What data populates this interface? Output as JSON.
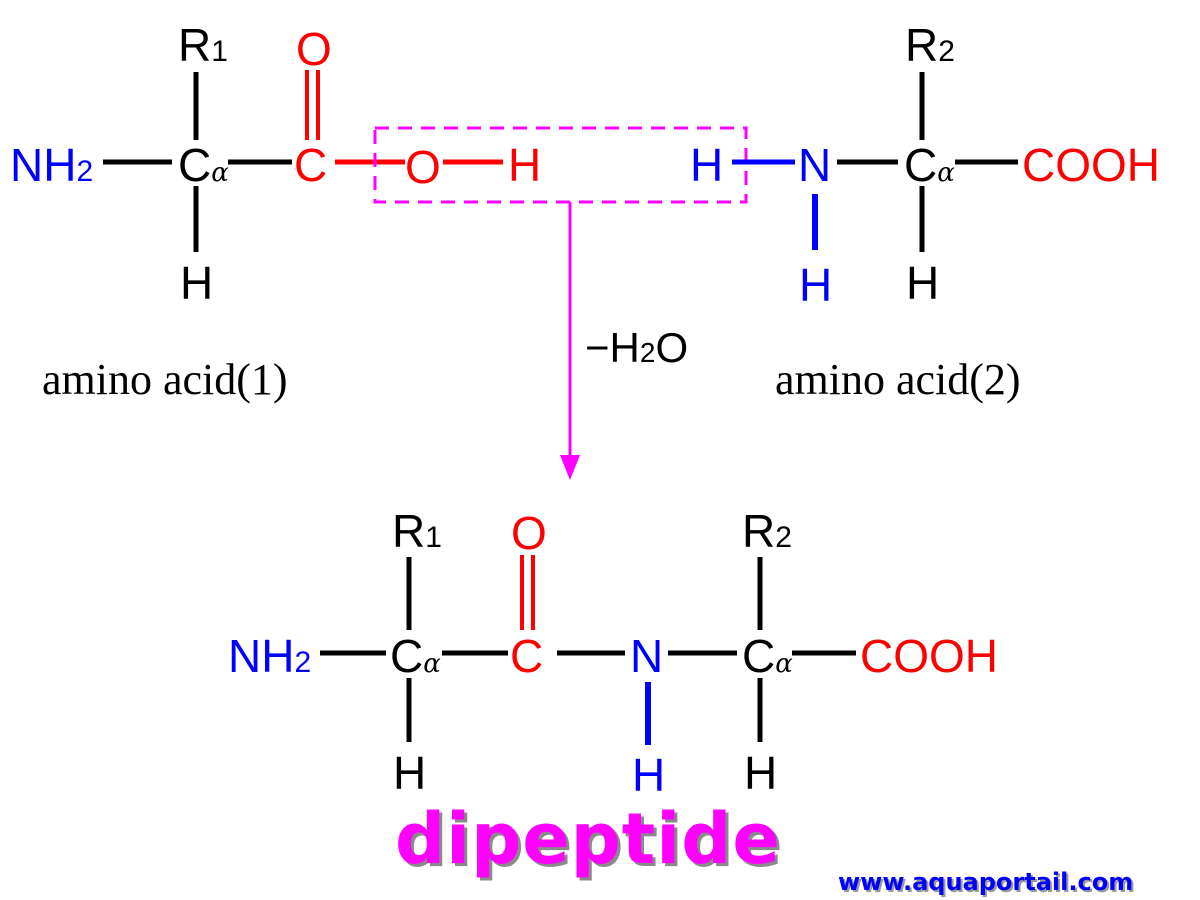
{
  "amino_acid_1": {
    "r_group": "R",
    "r_sub": "1",
    "carbonyl_o": "O",
    "amino": "NH",
    "amino_sub": "2",
    "alpha_c": "C",
    "alpha_sub": "α",
    "carboxyl_c": "C",
    "hydroxyl_o": "O",
    "hydroxyl_h": "H",
    "alpha_h": "H",
    "caption": "amino acid(1)"
  },
  "amino_acid_2": {
    "r_group": "R",
    "r_sub": "2",
    "amine_h_left": "H",
    "amine_n": "N",
    "alpha_c": "C",
    "alpha_sub": "α",
    "carboxyl": "COOH",
    "amine_h_bottom": "H",
    "alpha_h": "H",
    "caption": "amino acid(2)"
  },
  "reaction": {
    "byproduct_prefix": "−H",
    "byproduct_sub": "2",
    "byproduct_suffix": "O"
  },
  "dipeptide": {
    "r1": "R",
    "r1_sub": "1",
    "o": "O",
    "r2": "R",
    "r2_sub": "2",
    "amino": "NH",
    "amino_sub": "2",
    "alpha1_c": "C",
    "alpha1_sub": "α",
    "carbonyl_c": "C",
    "n": "N",
    "alpha2_c": "C",
    "alpha2_sub": "α",
    "carboxyl": "COOH",
    "h1": "H",
    "nh": "H",
    "h2": "H",
    "title": "dipeptide"
  },
  "watermark": "www.aquaportail.com",
  "colors": {
    "backbone": "#000000",
    "carboxyl": "#ff0000",
    "amine": "#0000ff",
    "highlight": "#ff00ff"
  }
}
